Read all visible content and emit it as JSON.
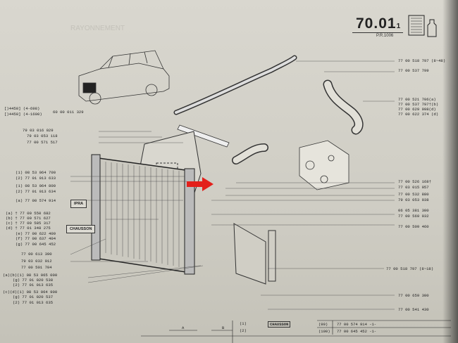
{
  "header": {
    "code": "70.01",
    "code_suffix": "1",
    "ref": "P.R.1006",
    "faded_text": "RAYONNEMENT"
  },
  "labels_left": [
    "[)4450] (4-698)",
    "[)4450] (4-1600)",
    "79 03 016 029",
    "79 03 053 118",
    "77 00 571 517",
    "(1) 08 53 064 700",
    "(2) 77 01 013 633",
    "(1) 08 53 064 800",
    "(2) 77 01 013 634",
    "(a)  77 00 574 914",
    "(a) † 77 00 550 682",
    "(b) † 77 00 571 627",
    "(c) † 77 00 585 317",
    "(d) † 77 01 348 275",
    "(e)   77 00 622 409",
    "(f)   77 00 637 404",
    "(g)   77 00 645 452",
    "77 00 613 390",
    "79 03 032 012",
    "77 00 501 704",
    "(a)(b)(1) 08 53 065 000",
    "(g)  77 01 020 538",
    "(2)  77 01 013 635",
    "(c)(d)(1) 08 53 064 900",
    "(g)  77 01 020 537",
    "(2)  77 01 013 635"
  ],
  "part_60": "60 00 011 329",
  "labels_right": [
    "77 00 518 797 (8~48)",
    "77 00 537 799",
    "77 00 521 706(a)",
    "77 00 537 797†(b)",
    "77 00 629 998(d)",
    "77 00 622 374 (d)",
    "77 00 526 168†",
    "77 03 015 057",
    "77 00 532 880",
    "79 03 053 038",
    "06 05 381 300",
    "77 00 569 032",
    "77 00 509 460",
    "77 00 518 797 (8~18)",
    "77 00 659 300",
    "77 00 541 430"
  ],
  "boxes": {
    "ipra": "IPRA",
    "chausson": "CHAUSSON"
  },
  "footer": {
    "a": "A",
    "b": "B",
    "chausson": "CHAUSSON",
    "row1": "77 00 574 914 -1-",
    "row2": "77 00 645 452 -1-",
    "n99": "(99)",
    "n100": "(100)",
    "n1": "(1)",
    "n2": "(2)"
  }
}
